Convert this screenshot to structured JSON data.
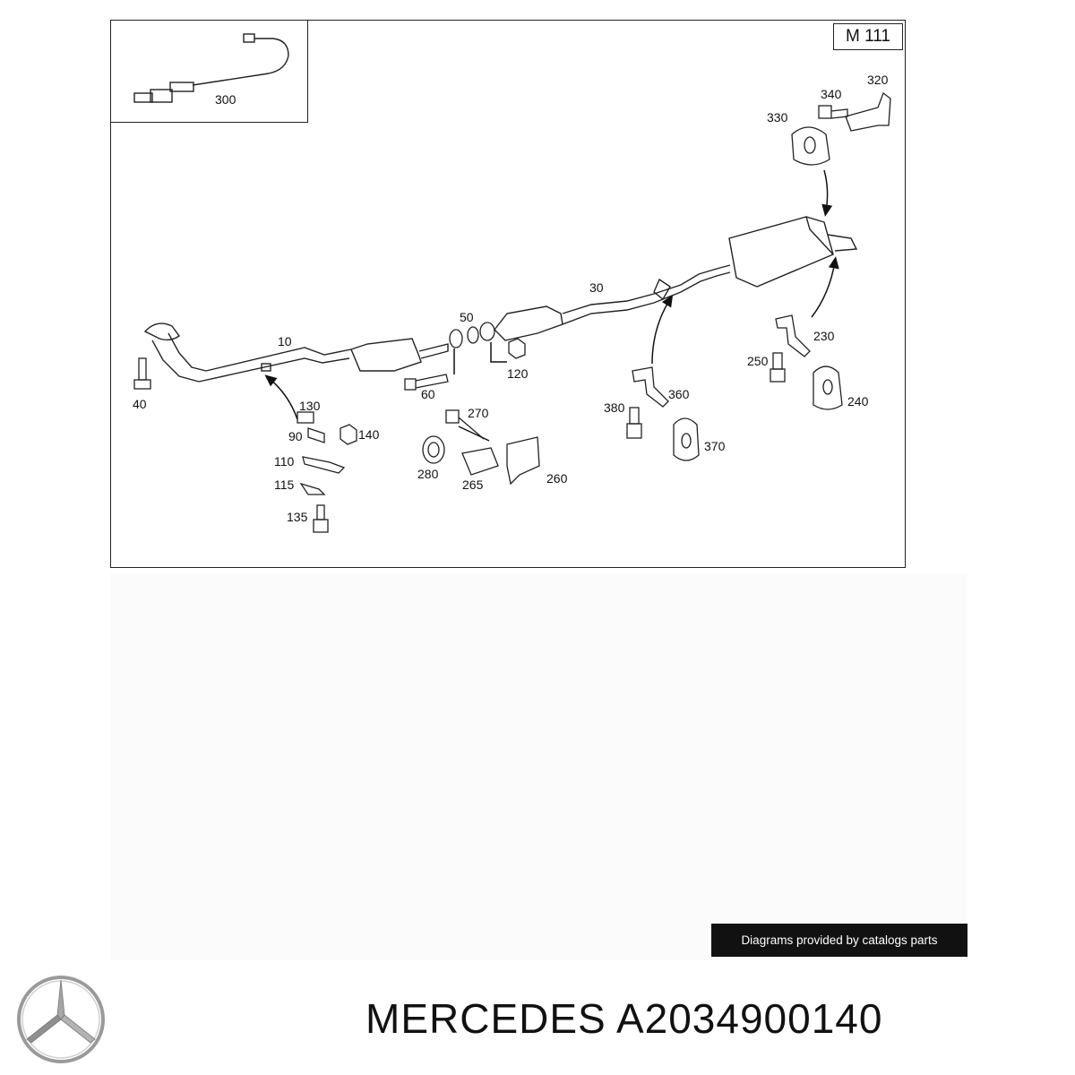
{
  "model_label": "M 111",
  "credit_text": "Diagrams provided by catalogs parts",
  "brand_title": "MERCEDES A2034900140",
  "logo_icon": "mercedes-star-icon",
  "callouts": {
    "c300": "300",
    "c10": "10",
    "c40": "40",
    "c50": "50",
    "c60": "60",
    "c120": "120",
    "c30": "30",
    "c130": "130",
    "c90": "90",
    "c140": "140",
    "c110": "110",
    "c115": "115",
    "c135": "135",
    "c270": "270",
    "c280": "280",
    "c265": "265",
    "c260": "260",
    "c380": "380",
    "c360": "360",
    "c370": "370",
    "c330": "330",
    "c340": "340",
    "c320": "320",
    "c230": "230",
    "c250": "250",
    "c240": "240"
  }
}
